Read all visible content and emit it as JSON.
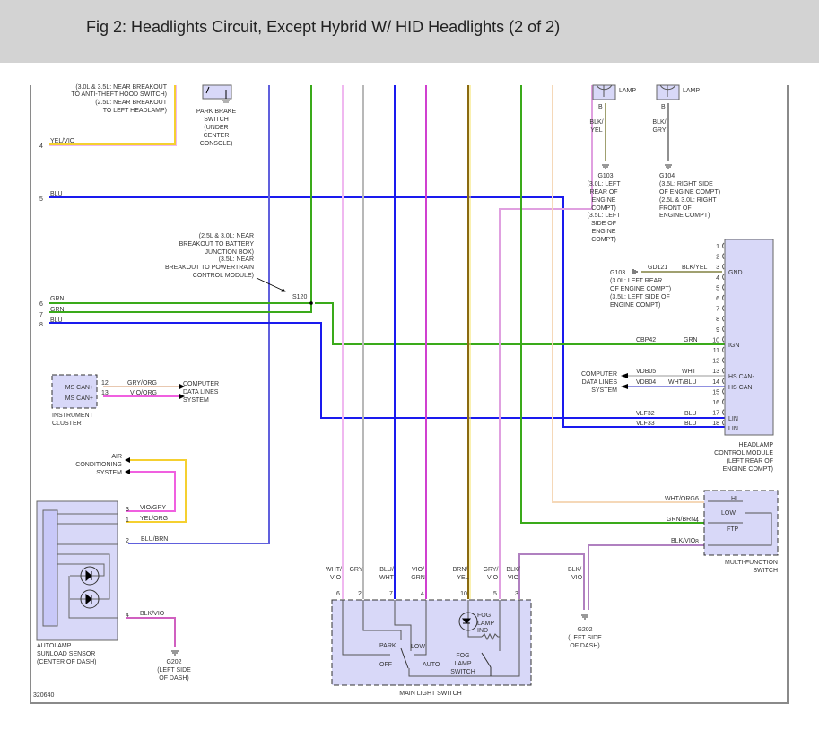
{
  "header": {
    "title": "Fig 2: Headlights Circuit, Except Hybrid W/ HID Headlights (2 of 2)"
  },
  "figure_id": "320640",
  "colors": {
    "blue": "#1a1aee",
    "green": "#3aaa1a",
    "pink": "#f0b8f0",
    "gray": "#b8b8b8",
    "violet": "#d040d0",
    "brown_yel": "#8a6a10",
    "yellow": "#f5d030",
    "orange_light": "#f5d8b8",
    "purple_mid": "#b080c0",
    "module_fill": "#d8d8f8",
    "blu_brn": "#6060dd"
  },
  "left_notes": {
    "hood_note": [
      "(3.0L & 3.5L: NEAR BREAKOUT",
      "TO ANTI-THEFT HOOD SWITCH)",
      "(2.5L: NEAR BREAKOUT",
      "TO LEFT HEADLAMP)"
    ],
    "splice_note": [
      "(2.5L & 3.0L: NEAR",
      "BREAKOUT TO BATTERY",
      "JUNCTION BOX)",
      "(3.5L: NEAR",
      "BREAKOUT TO POWERTRAIN",
      "CONTROL MODULE)"
    ],
    "splice_id": "S120"
  },
  "left_wires": [
    {
      "num": "4",
      "color_label": "YEL/VIO"
    },
    {
      "num": "5",
      "color_label": "BLU"
    },
    {
      "num": "6",
      "color_label": "GRN"
    },
    {
      "num": "7",
      "color_label": "GRN"
    },
    {
      "num": "8",
      "color_label": "BLU"
    }
  ],
  "park_brake": {
    "label": [
      "PARK BRAKE",
      "SWITCH",
      "(UNDER",
      "CENTER",
      "CONSOLE)"
    ]
  },
  "lamps": [
    {
      "label": "LAMP",
      "pin": "B",
      "wire": [
        "BLK/",
        "YEL"
      ],
      "ground": "G103",
      "ground_note": [
        "(3.0L: LEFT",
        "REAR OF",
        "ENGINE",
        "COMPT)",
        "(3.5L: LEFT",
        "SIDE OF",
        "ENGINE",
        "COMPT)"
      ]
    },
    {
      "label": "LAMP",
      "pin": "B",
      "wire": [
        "BLK/",
        "GRY"
      ],
      "ground": "G104",
      "ground_note": [
        "(3.5L: RIGHT SIDE",
        "OF ENGINE COMPT)",
        "(2.5L & 3.0L: RIGHT",
        "FRONT OF",
        "ENGINE COMPT)"
      ]
    }
  ],
  "hcm": {
    "label": [
      "HEADLAMP",
      "CONTROL MODULE",
      "(LEFT REAR OF",
      "ENGINE COMPT)"
    ],
    "pins": [
      "1",
      "2",
      "3",
      "4",
      "5",
      "6",
      "7",
      "8",
      "9",
      "10",
      "11",
      "12",
      "13",
      "14",
      "15",
      "16",
      "17",
      "18"
    ],
    "pin_labels": {
      "3": "GND",
      "10": "IGN",
      "13": "HS CAN-",
      "14": "HS CAN+",
      "17": "LIN",
      "18": "LIN"
    },
    "ground": {
      "id": "G103",
      "circuit": "GD121",
      "wire": "BLK/YEL",
      "note": [
        "(3.0L: LEFT REAR",
        "OF ENGINE COMPT)",
        "(3.5L: LEFT SIDE OF",
        "ENGINE COMPT)"
      ]
    },
    "ign": {
      "circuit": "CBP42",
      "wire": "GRN"
    },
    "can": [
      {
        "circuit": "VDB05",
        "wire": "WHT"
      },
      {
        "circuit": "VDB04",
        "wire": "WHT/BLU"
      }
    ],
    "can_dest": [
      "COMPUTER",
      "DATA LINES",
      "SYSTEM"
    ],
    "lin": [
      {
        "circuit": "VLF32",
        "wire": "BLU"
      },
      {
        "circuit": "VLF33",
        "wire": "BLU"
      }
    ]
  },
  "instrument_cluster": {
    "label": [
      "INSTRUMENT",
      "CLUSTER"
    ],
    "pins": [
      {
        "name": "MS CAN+",
        "num": "12",
        "wire": "GRY/ORG"
      },
      {
        "name": "MS CAN+",
        "num": "13",
        "wire": "VIO/ORG"
      }
    ],
    "dest": [
      "COMPUTER",
      "DATA LINES",
      "SYSTEM"
    ]
  },
  "ac_system": {
    "label": [
      "AIR",
      "CONDITIONING",
      "SYSTEM"
    ]
  },
  "sunload": {
    "label": [
      "AUTOLAMP",
      "SUNLOAD SENSOR",
      "(CENTER OF DASH)"
    ],
    "pins": [
      {
        "num": "3",
        "wire": "VIO/GRY"
      },
      {
        "num": "1",
        "wire": "YEL/ORG"
      },
      {
        "num": "2",
        "wire": "BLU/BRN"
      },
      {
        "num": "4",
        "wire": "BLK/VIO"
      }
    ],
    "ground": "G202",
    "ground_note": [
      "(LEFT SIDE",
      "OF DASH)"
    ]
  },
  "main_switch": {
    "label": "MAIN LIGHT SWITCH",
    "pins": [
      {
        "num": "6",
        "wire": [
          "WHT/",
          "VIO"
        ]
      },
      {
        "num": "2",
        "wire": [
          "GRY",
          ""
        ]
      },
      {
        "num": "7",
        "wire": [
          "BLU/",
          "WHT"
        ]
      },
      {
        "num": "4",
        "wire": [
          "VIO/",
          "GRN"
        ]
      },
      {
        "num": "10",
        "wire": [
          "BRN/",
          "YEL"
        ]
      },
      {
        "num": "5",
        "wire": [
          "GRY/",
          "VIO"
        ]
      },
      {
        "num": "3",
        "wire": [
          "BLK/",
          "VIO"
        ]
      }
    ],
    "positions": {
      "park": "PARK",
      "off": "OFF",
      "low": "LOW",
      "auto": "AUTO"
    },
    "fog_ind": [
      "FOG",
      "LAMP",
      "IND"
    ],
    "fog_switch": [
      "FOG",
      "LAMP",
      "SWITCH"
    ]
  },
  "mfs": {
    "label": [
      "MULTI-FUNCTION",
      "SWITCH"
    ],
    "pins": [
      {
        "num": "6",
        "wire": "WHT/ORG",
        "pos": "HI"
      },
      {
        "num": "4",
        "wire": "GRN/BRN",
        "pos": "FTP"
      },
      {
        "num": "8",
        "wire": "BLK/VIO"
      }
    ],
    "low": "LOW"
  },
  "g202_right": {
    "wire": [
      "BLK/",
      "VIO"
    ],
    "id": "G202",
    "note": [
      "(LEFT SIDE",
      "OF DASH)"
    ]
  }
}
